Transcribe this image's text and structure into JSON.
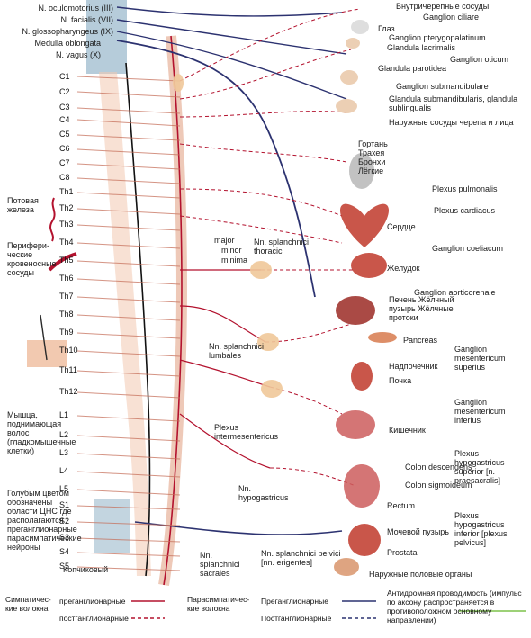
{
  "colors": {
    "sympathetic": "#b3122e",
    "parasympathetic": "#2c3270",
    "antidromic": "#7dc24a",
    "cns_area": "#a9c3d3",
    "spine": "#f2c9b0",
    "ganglion": "#f0c89a",
    "organ": "#c0392b"
  },
  "cranial_nerves": [
    {
      "label": "N. oculomotorius (III)"
    },
    {
      "label": "N. facialis (VII)"
    },
    {
      "label": "N. glossopharyngeus (IX)"
    },
    {
      "label": "Medulla oblongata"
    },
    {
      "label": "N. vagus (X)"
    }
  ],
  "spinal_levels": [
    "C1",
    "C2",
    "C3",
    "C4",
    "C5",
    "C6",
    "C7",
    "C8",
    "Th1",
    "Th2",
    "Th3",
    "Th4",
    "Th5",
    "Th6",
    "Th7",
    "Th8",
    "Th9",
    "Th10",
    "Th11",
    "Th12",
    "L1",
    "L2",
    "L3",
    "L4",
    "L5",
    "S1",
    "S2",
    "S3",
    "S4",
    "S5"
  ],
  "left_notes": {
    "sweat_gland": "Потовая железа",
    "peripheral_vessels": "Перифери-ческие кровеносные сосуды",
    "arrector_muscle": "Мышца, поднимающая волос (гладкомышечные клетки)",
    "blue_note": "Голубым цветом обозначены области ЦНС где располагаются преганглионарные парасимпатические нейроны",
    "coccygeal": "Копчиковый"
  },
  "right_labels": [
    {
      "text": "Внутричерепные сосуды"
    },
    {
      "text": "Ganglion ciliare"
    },
    {
      "text": "Глаз"
    },
    {
      "text": "Ganglion pterygopalatinum"
    },
    {
      "text": "Glandula lacrimalis"
    },
    {
      "text": "Ganglion oticum"
    },
    {
      "text": "Glandula parotidea"
    },
    {
      "text": "Ganglion submandibulare"
    },
    {
      "text": "Glandula submandibularis, glandula sublingualis"
    },
    {
      "text": "Наружные сосуды черепа и лица"
    },
    {
      "text": "Гортань Трахея Бронхи Лёгкие"
    },
    {
      "text": "Plexus pulmonalis"
    },
    {
      "text": "Plexus cardiacus"
    },
    {
      "text": "Сердце"
    },
    {
      "text": "Ganglion coeliacum"
    },
    {
      "text": "Желудок"
    },
    {
      "text": "Ganglion aorticorenale"
    },
    {
      "text": "Печень Жёлчный пузырь Жёлчные протоки"
    },
    {
      "text": "Pancreas"
    },
    {
      "text": "Ganglion mesentericum superius"
    },
    {
      "text": "Надпочечник"
    },
    {
      "text": "Почка"
    },
    {
      "text": "Ganglion mesentericum inferius"
    },
    {
      "text": "Кишечник"
    },
    {
      "text": "Plexus hypogastricus superior [n. praesacralis]"
    },
    {
      "text": "Colon descendens"
    },
    {
      "text": "Colon sigmoideum"
    },
    {
      "text": "Rectum"
    },
    {
      "text": "Plexus hypogastricus inferior [plexus pelvicus]"
    },
    {
      "text": "Мочевой пузырь"
    },
    {
      "text": "Prostata"
    },
    {
      "text": "Наружные половые органы"
    }
  ],
  "middle_labels": {
    "major": "major",
    "minor": "minor",
    "minima": "minima",
    "splanchnici_thoracici": "Nn. splanchnici thoracici",
    "splanchnici_lumbales": "Nn. splanchnici lumbales",
    "plexus_intermesentericus": "Plexus intermesentericus",
    "hypogastricus": "Nn. hypogastricus",
    "splanchnici_sacrales": "Nn. splanchnici sacrales",
    "splanchnici_pelvici": "Nn. splanchnici pelvici [nn. erigentes]"
  },
  "legend": {
    "sympathetic_title": "Симпатичес-кие волокна",
    "sympathetic_pre": "преганглионарные",
    "sympathetic_post": "постганглионарные",
    "parasympathetic_title": "Парасимпатичес-кие волокна",
    "parasympathetic_pre": "Преганглионарные",
    "parasympathetic_post": "Постганглионарные",
    "antidromic": "Антидромная проводимость (импульс по аксону распространяется в противоположном основному направлении)"
  }
}
